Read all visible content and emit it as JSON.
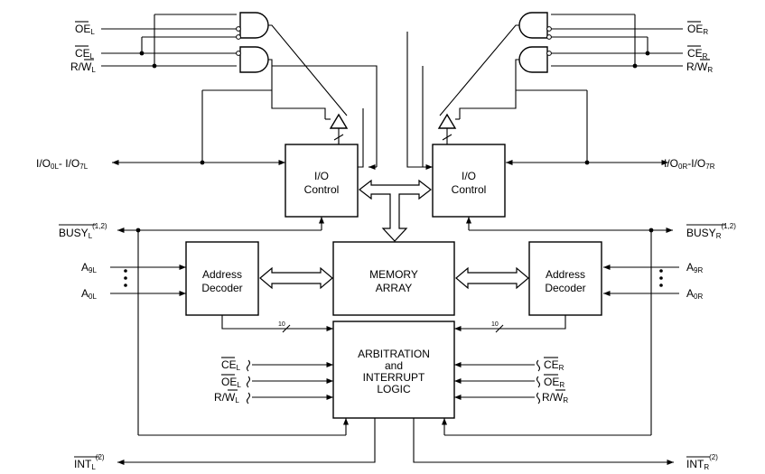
{
  "left_signals": {
    "oe": {
      "main": "OE",
      "sub": "L"
    },
    "ce": {
      "main": "CE",
      "sub": "L"
    },
    "rw_r": "R/",
    "rw_w": "W",
    "rw_sub": "L",
    "io_main": "I/O",
    "io_sub1": "0L",
    "io_mid": "- I/O",
    "io_sub2": "7L",
    "busy": "BUSY",
    "busy_sub": "L",
    "busy_note": "(1,2)",
    "a9": "A",
    "a9_sub": "9L",
    "a0": "A",
    "a0_sub": "0L",
    "int": "INT",
    "int_sub": "L",
    "int_note": "(2)"
  },
  "right_signals": {
    "oe": {
      "main": "OE",
      "sub": "R"
    },
    "ce": {
      "main": "CE",
      "sub": "R"
    },
    "rw_r": "R/",
    "rw_w": "W",
    "rw_sub": "R",
    "io_main": "I/O",
    "io_sub1": "0R",
    "io_mid": "-I/O",
    "io_sub2": "7R",
    "busy": "BUSY",
    "busy_sub": "R",
    "busy_note": "(1,2)",
    "a9": "A",
    "a9_sub": "9R",
    "a0": "A",
    "a0_sub": "0R",
    "int": "INT",
    "int_sub": "R",
    "int_note": "(2)"
  },
  "blocks": {
    "io_left": [
      "I/O",
      "Control"
    ],
    "io_right": [
      "I/O",
      "Control"
    ],
    "memory": [
      "MEMORY",
      "ARRAY"
    ],
    "addr_left": [
      "Address",
      "Decoder"
    ],
    "addr_right": [
      "Address",
      "Decoder"
    ],
    "arb": [
      "ARBITRATION",
      "and",
      "INTERRUPT",
      "LOGIC"
    ]
  },
  "bus_width": "10"
}
